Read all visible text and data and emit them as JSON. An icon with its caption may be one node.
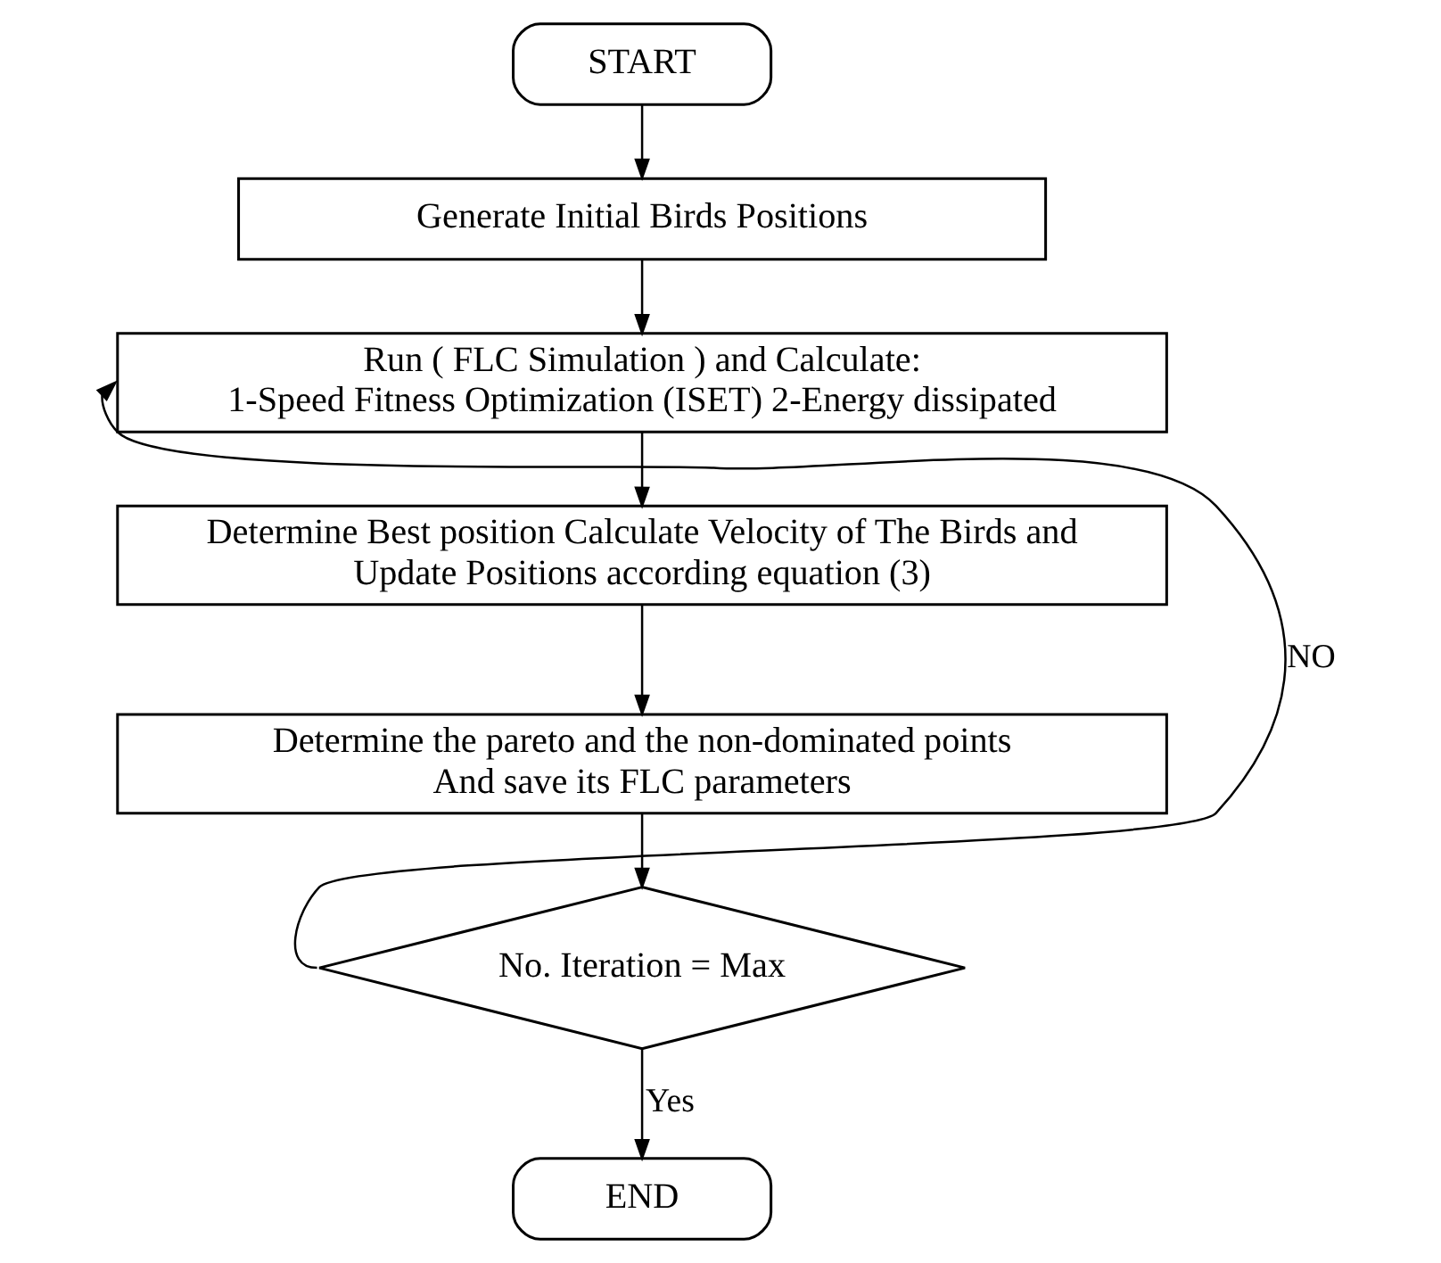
{
  "diagram": {
    "nodes": [
      {
        "text": [
          "START"
        ]
      },
      {
        "text": [
          "Generate Initial Birds Positions"
        ]
      },
      {
        "text": [
          "Run ( FLC Simulation ) and Calculate: 1-Speed Fitness Optimization (ISET) 2-Energy dissipated"
        ]
      },
      {
        "text": [
          "Determine Best position Calculate Velocity of The Birds and Update Positions according equation (3)"
        ]
      },
      {
        "text": [
          "Determine the pareto and the non-dominated points And save its FLC parameters"
        ]
      },
      {
        "text": [
          "No. Iteration = Max"
        ]
      },
      {
        "text": [
          "END"
        ]
      }
    ],
    "edges": [
      {
        "from": 0,
        "to": 1,
        "arrow": "to"
      },
      {
        "from": 1,
        "to": 2,
        "arrow": "to"
      },
      {
        "from": 2,
        "to": 3,
        "arrow": "to"
      },
      {
        "from": 3,
        "to": 4,
        "arrow": "to"
      },
      {
        "from": 4,
        "to": 5,
        "arrow": "to"
      },
      {
        "from": 5,
        "to": 2,
        "arrow": "to",
        "label": "NO"
      },
      {
        "from": 5,
        "to": 6,
        "arrow": "to",
        "label": "Yes"
      }
    ]
  }
}
